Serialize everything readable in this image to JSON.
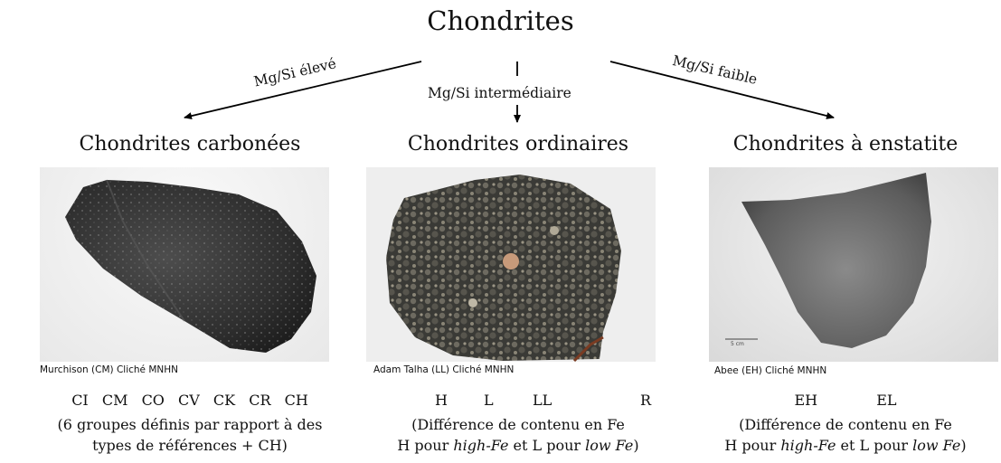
{
  "title": "Chondrites",
  "branches": {
    "left": "Mg/Si élevé",
    "middle": "Mg/Si intermédiaire",
    "right": "Mg/Si faible"
  },
  "columns": [
    {
      "title": "Chondrites carbonées",
      "caption": "Murchison (CM) Cliché MNHN",
      "groups": [
        "CI",
        "CM",
        "CO",
        "CV",
        "CK",
        "CR",
        "CH"
      ],
      "desc_line1": "(6 groupes définis par rapport à des",
      "desc_line2": "types de références + CH)"
    },
    {
      "title": "Chondrites ordinaires",
      "caption": "Adam Talha (LL) Cliché MNHN",
      "groups": [
        "H",
        "L",
        "LL",
        "R"
      ],
      "desc_line1": "(Différence de contenu en Fe",
      "desc_line2_a": "H pour ",
      "desc_line2_b": "high-Fe",
      "desc_line2_c": " et L pour ",
      "desc_line2_d": "low Fe",
      "desc_line2_e": ")"
    },
    {
      "title": "Chondrites à enstatite",
      "caption": "Abee (EH) Cliché MNHN",
      "scale_label": "5 cm",
      "groups": [
        "EH",
        "EL"
      ],
      "desc_line1": "(Différence de contenu en Fe",
      "desc_line2_a": "H pour ",
      "desc_line2_b": "high-Fe",
      "desc_line2_c": " et L pour ",
      "desc_line2_d": "low Fe",
      "desc_line2_e": ")"
    }
  ],
  "colors": {
    "background": "#ffffff",
    "text": "#111111",
    "arrow": "#000000"
  }
}
